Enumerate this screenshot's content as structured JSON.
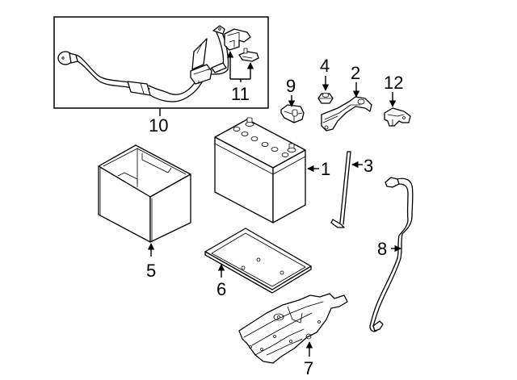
{
  "diagram": {
    "type": "exploded-parts-diagram",
    "subject": "battery and related components",
    "callouts": [
      {
        "id": "1",
        "label": "1",
        "part": "battery"
      },
      {
        "id": "2",
        "label": "2",
        "part": "hold-down bracket"
      },
      {
        "id": "3",
        "label": "3",
        "part": "hold-down rod"
      },
      {
        "id": "4",
        "label": "4",
        "part": "nut"
      },
      {
        "id": "5",
        "label": "5",
        "part": "battery box"
      },
      {
        "id": "6",
        "label": "6",
        "part": "battery tray"
      },
      {
        "id": "7",
        "label": "7",
        "part": "support bracket"
      },
      {
        "id": "8",
        "label": "8",
        "part": "ground cable"
      },
      {
        "id": "9",
        "label": "9",
        "part": "terminal clamp"
      },
      {
        "id": "10",
        "label": "10",
        "part": "positive cable assembly"
      },
      {
        "id": "11",
        "label": "11",
        "part": "terminal covers"
      },
      {
        "id": "12",
        "label": "12",
        "part": "terminal clamp"
      }
    ]
  }
}
